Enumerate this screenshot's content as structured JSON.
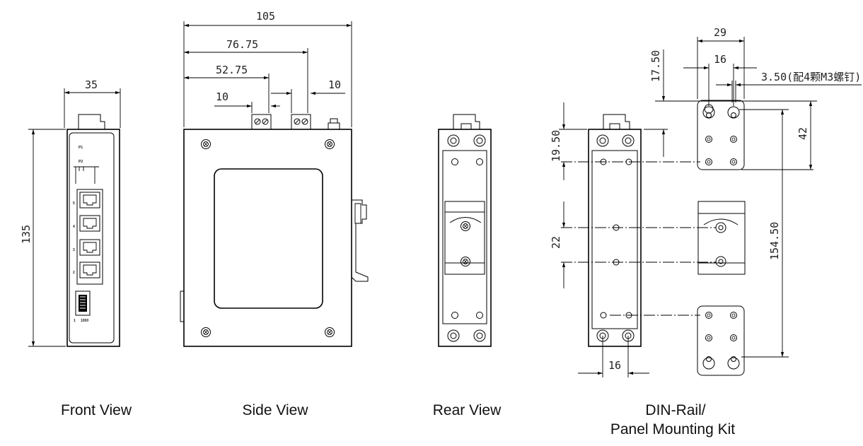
{
  "captions": {
    "front": "Front View",
    "side": "Side View",
    "rear": "Rear View",
    "din_line1": "DIN-Rail/",
    "din_line2": "Panel Mounting Kit"
  },
  "front_view": {
    "width_dim": "35",
    "height_dim": "135",
    "labels": {
      "p1": "P1",
      "p2": "P2",
      "port5": "5",
      "port4": "4",
      "port3": "3",
      "port2": "2",
      "sfp_port": "1",
      "sfp_speed": "1000"
    }
  },
  "side_view": {
    "dim_total": "105",
    "dim_b": "76.75",
    "dim_c": "52.75",
    "dim_d": "10",
    "dim_e": "10"
  },
  "din_view": {
    "dim_top_width": "29",
    "dim_hole_spacing": "16",
    "dim_screw": "3.50(配4颗M3螺钉)",
    "dim_v1": "17.50",
    "dim_v2": "19.50",
    "dim_plate_h": "42",
    "dim_22": "22",
    "dim_total_h": "154.50",
    "dim_bottom": "16"
  }
}
